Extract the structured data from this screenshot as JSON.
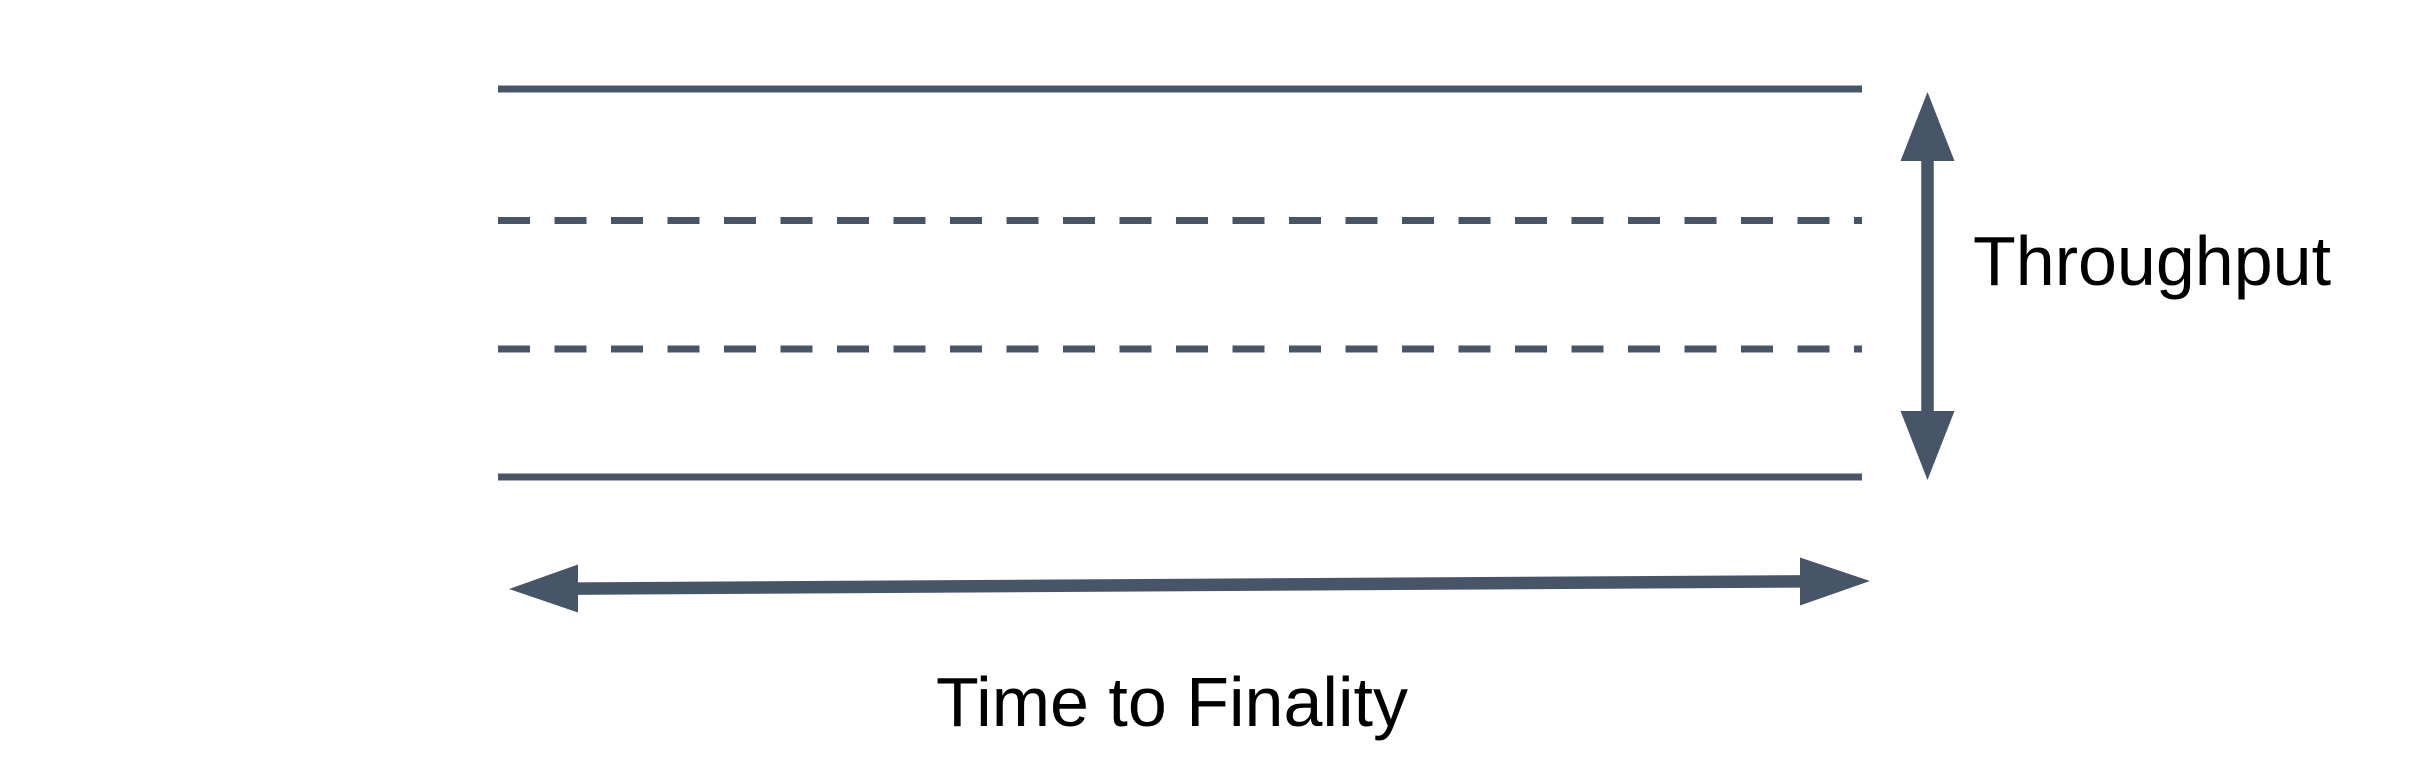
{
  "diagram": {
    "background": "#ffffff",
    "shape_color": "#475569",
    "text_color": "#000000",
    "band": {
      "lines": [
        {
          "id": "top",
          "style": "solid"
        },
        {
          "id": "middle-upper",
          "style": "dashed"
        },
        {
          "id": "middle-lower",
          "style": "dashed"
        },
        {
          "id": "bottom",
          "style": "solid"
        }
      ]
    },
    "shapes": {
      "vertical_arrow": "double-headed-vertical-arrow",
      "horizontal_arrow": "double-headed-horizontal-arrow"
    },
    "axes": {
      "vertical": {
        "label": "Throughput"
      },
      "horizontal": {
        "label": "Time to Finality"
      }
    }
  }
}
